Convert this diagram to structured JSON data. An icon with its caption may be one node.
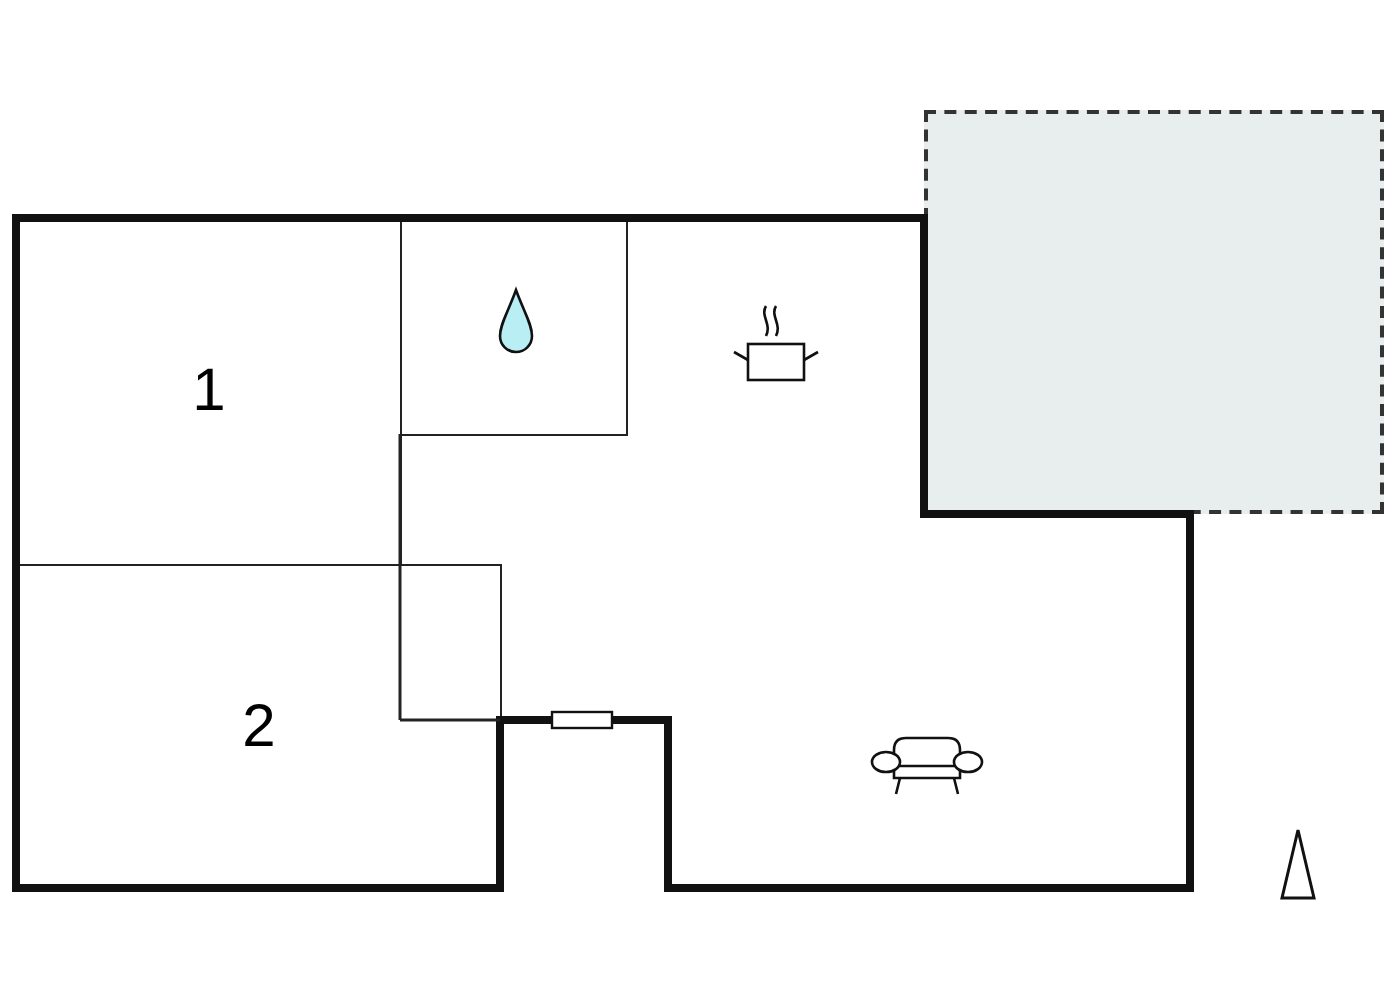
{
  "diagram": {
    "nodes": [
      {
        "text": [
          "1"
        ]
      },
      {
        "text": [
          "2"
        ]
      },
      {
        "text": [],
        "shape": "box"
      },
      {
        "text": [],
        "shape": "box"
      }
    ]
  }
}
